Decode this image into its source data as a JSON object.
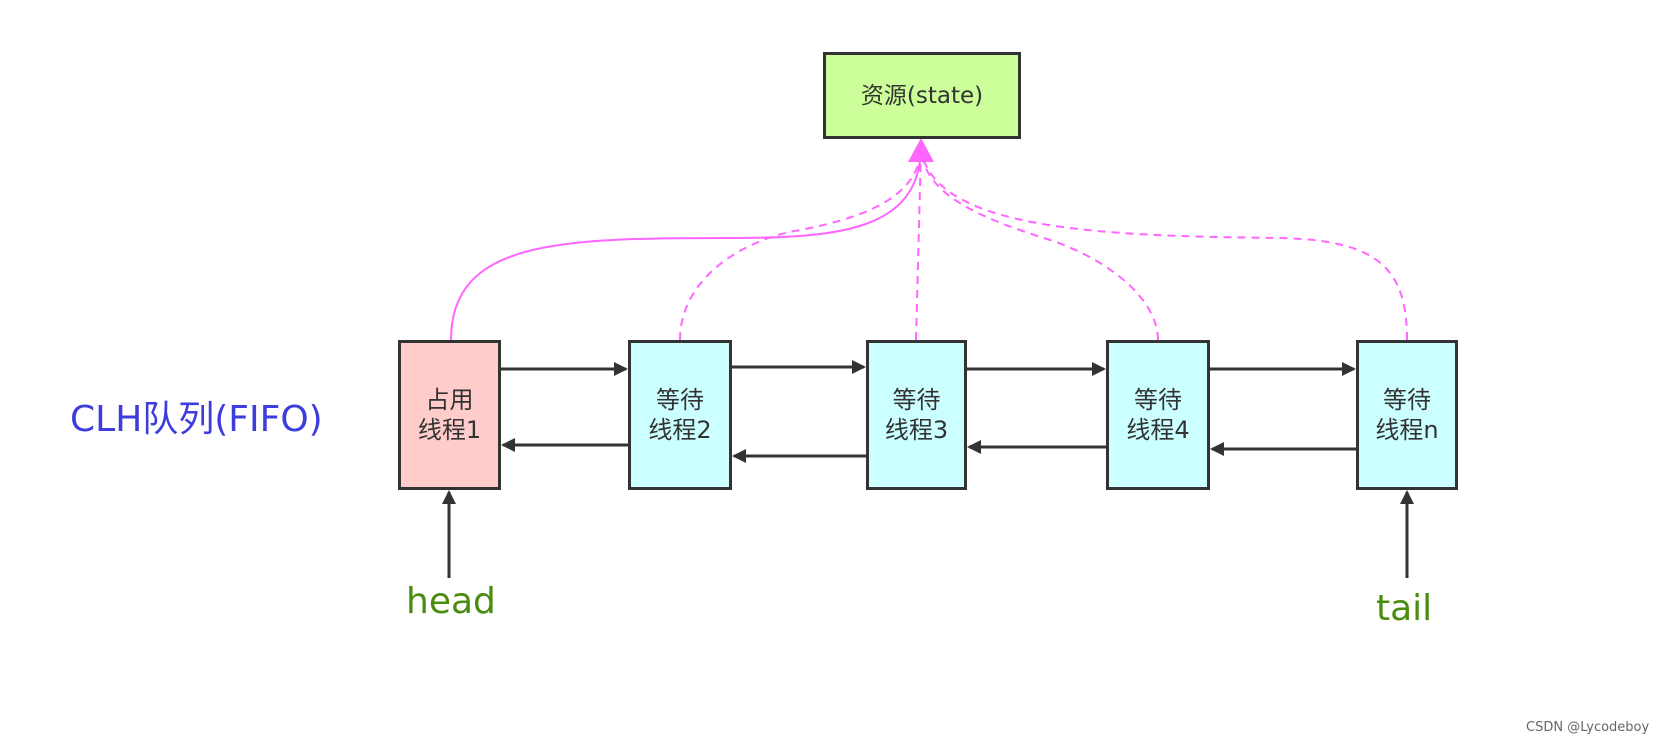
{
  "resource": {
    "label": "资源(state)"
  },
  "queue_label": "CLH队列(FIFO)",
  "nodes": [
    {
      "line1": "占用",
      "line2": "线程1"
    },
    {
      "line1": "等待",
      "line2": "线程2"
    },
    {
      "line1": "等待",
      "line2": "线程3"
    },
    {
      "line1": "等待",
      "line2": "线程4"
    },
    {
      "line1": "等待",
      "line2": "线程n"
    }
  ],
  "pointers": {
    "head": "head",
    "tail": "tail"
  },
  "watermark": "CSDN @Lycodeboy",
  "colors": {
    "resource_fill": "#ccff99",
    "occupied_fill": "#ffcccc",
    "waiting_fill": "#ccffff",
    "link_color": "#ff66ff",
    "arrow_color": "#333333",
    "queue_label_color": "#3d3ddd",
    "pointer_color": "#4a8c0f"
  }
}
